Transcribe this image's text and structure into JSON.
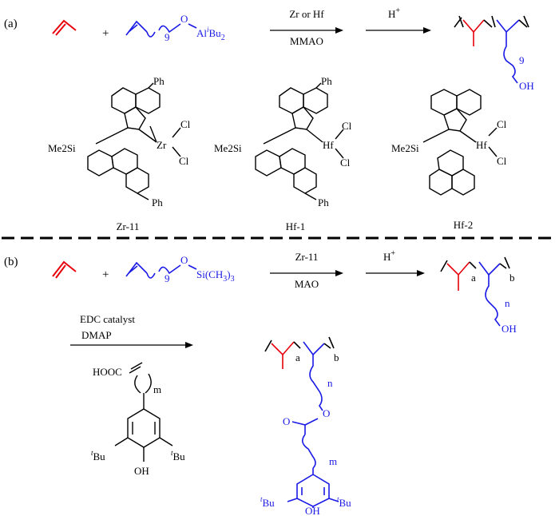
{
  "colors": {
    "propylene": "#e8000b",
    "comonomer": "#1a1ae6",
    "ink": "#000000"
  },
  "panel_a": {
    "label": "(a)",
    "plus": "+",
    "comonomer": {
      "subscript": "9",
      "atom_o": "O",
      "al": "Al",
      "iso": "i",
      "bu": "Bu",
      "bu_sub": "2"
    },
    "arrow1": {
      "above": "Zr or Hf",
      "below": "MMAO"
    },
    "arrow2": {
      "above": "H",
      "sup": "+"
    },
    "product": {
      "subscript": "9",
      "oh": "OH"
    },
    "catalysts": [
      {
        "name": "Zr-11",
        "metal": "Zr",
        "si": "Me2Si",
        "cl": "Cl",
        "ph": "Ph"
      },
      {
        "name": "Hf-1",
        "metal": "Hf",
        "si": "Me2Si",
        "cl": "Cl",
        "ph": "Ph"
      },
      {
        "name": "Hf-2",
        "metal": "Hf",
        "si": "Me2Si",
        "cl": "Cl"
      }
    ]
  },
  "panel_b": {
    "label": "(b)",
    "plus": "+",
    "comonomer": {
      "subscript": "9",
      "atom_o": "O",
      "si": "Si(CH",
      "si_sub": "3",
      "si_end": ")",
      "si_sub2": "3"
    },
    "arrow1": {
      "above": "Zr-11",
      "below": "MAO"
    },
    "arrow2": {
      "above": "H",
      "sup": "+"
    },
    "product1": {
      "a": "a",
      "b": "b",
      "n": "n",
      "oh": "OH"
    },
    "arrow3": {
      "line1": "EDC catalyst",
      "line2": "DMAP"
    },
    "reagent": {
      "acid": "HOOC",
      "m": "m",
      "tbu_i": "t",
      "tbu": "Bu",
      "oh": "OH"
    },
    "product2": {
      "a": "a",
      "b": "b",
      "n": "n",
      "o_ester": "O",
      "o_keto": "O",
      "m": "m",
      "tbu_i": "t",
      "tbu": "Bu",
      "oh": "OH"
    }
  }
}
